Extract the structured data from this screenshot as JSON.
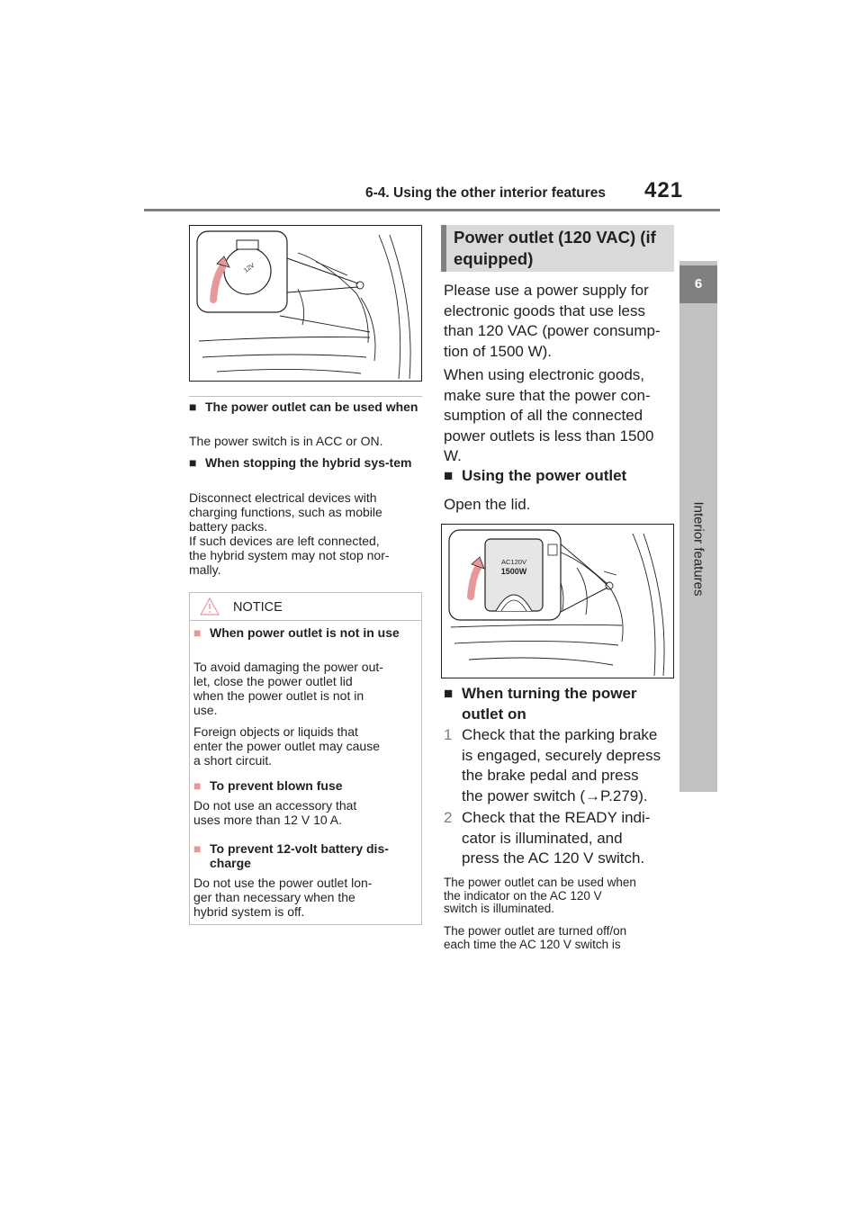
{
  "header": {
    "section_title": "6-4. Using the other interior features",
    "page_number": "421"
  },
  "side_tab": {
    "chapter_number": "6",
    "chapter_title": "Interior features"
  },
  "left_column": {
    "illustration_1": {
      "description_icon": "power-outlet-lid-illustration"
    },
    "block_1": {
      "heading": "The power outlet can be used when",
      "text": "The power switch is in ACC or ON."
    },
    "block_2": {
      "heading": "When stopping the hybrid sys-tem",
      "lines": [
        "Disconnect electrical devices with",
        "charging functions, such as mobile",
        "battery packs.",
        "If such devices are left connected,",
        "the hybrid system may not stop nor-",
        "mally."
      ]
    },
    "notice": {
      "title": "NOTICE",
      "items": [
        {
          "heading": "When power outlet is not in use",
          "paragraphs": [
            [
              "To avoid damaging the power out-",
              "let, close the power outlet lid",
              "when the power outlet is not in",
              "use."
            ],
            [
              "Foreign objects or liquids that",
              "enter the power outlet may cause",
              "a short circuit."
            ]
          ]
        },
        {
          "heading": "To prevent blown fuse",
          "paragraphs": [
            [
              "Do not use an accessory that",
              "uses more than 12 V 10 A."
            ]
          ]
        },
        {
          "heading": "To prevent 12-volt battery dis-charge",
          "paragraphs": [
            [
              "Do not use the power outlet lon-",
              "ger than necessary when the",
              "hybrid system is off."
            ]
          ]
        }
      ]
    }
  },
  "right_column": {
    "section_heading_line1": "Power outlet (120 VAC) (if",
    "section_heading_line2": "equipped)",
    "intro_1": [
      "Please use a power supply for",
      "electronic goods that use less",
      "than 120 VAC (power consump-",
      "tion of 1500 W)."
    ],
    "intro_2": [
      "When using electronic goods,",
      "make sure that the power con-",
      "sumption of all the connected",
      "power outlets is less than 1500",
      "W."
    ],
    "using_heading": "Using the power outlet",
    "using_text": "Open the lid.",
    "illustration_2": {
      "outlet_label_1": "AC120V",
      "outlet_label_2": "1500W"
    },
    "turning_on_heading_1": "When turning the power",
    "turning_on_heading_2": "outlet on",
    "steps": [
      {
        "num": "1",
        "lines": [
          "Check that the parking brake",
          "is engaged, securely depress",
          "the brake pedal and press",
          "the power switch (→P.279)."
        ]
      },
      {
        "num": "2",
        "lines": [
          "Check that the READY indi-",
          "cator is illuminated, and",
          "press the AC 120 V switch."
        ]
      }
    ],
    "note_1": [
      "The power outlet can be used when",
      "the indicator on the AC 120 V",
      "switch is illuminated."
    ],
    "note_2": [
      "The power outlet are turned off/on",
      "each time the AC 120 V switch is"
    ]
  }
}
